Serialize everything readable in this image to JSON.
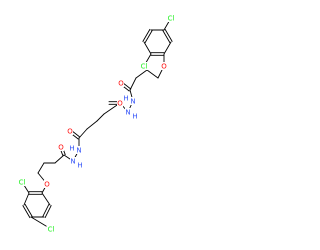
{
  "diagram": {
    "type": "chemical-structure",
    "background": "#ffffff",
    "bond_color": "#000000",
    "element_colors": {
      "C": "#000000",
      "O": "#ff0d0d",
      "N": "#3050f8",
      "Cl": "#1ff01f"
    },
    "atom_labels": {
      "cl_top": "Cl",
      "cl_upper_ortho": "Cl",
      "o_ether_upper": "O",
      "o_carbonyl_upper": "O",
      "nh_upper_a": "H",
      "n_upper_a": "N",
      "n_upper_b": "N",
      "h_upper_b": "H",
      "o_carbonyl_mid_upper": "O",
      "o_carbonyl_mid_lower": "O",
      "h_lower_a": "H",
      "n_lower_a": "N",
      "n_lower_b": "N",
      "h_lower_b": "H",
      "o_carbonyl_lower": "O",
      "o_ether_lower": "O",
      "cl_lower_ortho": "Cl",
      "cl_bottom": "Cl"
    }
  }
}
